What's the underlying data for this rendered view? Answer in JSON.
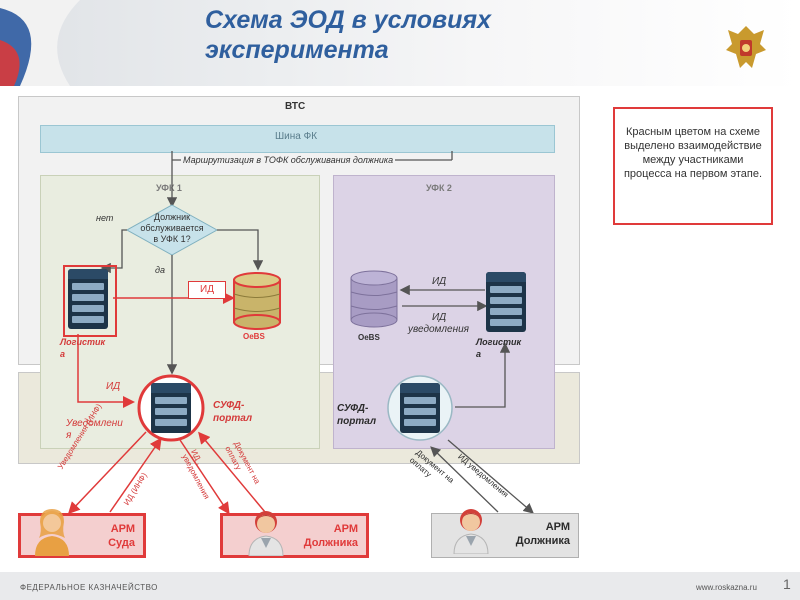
{
  "title_lines": [
    "Схема ЭОД в условиях",
    "эксперимента"
  ],
  "vts_label": "ВТС",
  "bus_label": "Шина ФК",
  "routing_label": "Маршрутизация в ТОФК обслуживания должника",
  "ufk1_label": "УФК 1",
  "ufk2_label": "УФК 2",
  "decision_text": [
    "Должник",
    "обслуживается",
    "в УФК 1?"
  ],
  "no_label": "нет",
  "yes_label": "да",
  "id_label": "ИД",
  "oebs_label": "OeBS",
  "logistics_label": [
    "Логистик",
    "а"
  ],
  "ufk2_id_label": "ИД",
  "ufk2_id_notice_label": [
    "ИД",
    "уведомления"
  ],
  "id_left_label": "ИД",
  "notices_label": [
    "Уведомлени",
    "я"
  ],
  "sufd_label": [
    "СУФД-",
    "портал"
  ],
  "edge_labels": {
    "notices_inf": "Уведомления (ИНФ)",
    "id_inf": "ИД (ИНФ)",
    "id_notices": [
      "ИД ,",
      "уведомления"
    ],
    "payment_doc_left": [
      "Документ на",
      "оплату"
    ],
    "payment_doc_right": [
      "Документ на",
      "оплату"
    ],
    "id_notices_right": "ИД уведомления"
  },
  "arm_court": [
    "АРМ",
    "Суда"
  ],
  "arm_debtor": [
    "АРМ",
    "Должника"
  ],
  "arm_debtor2": [
    "АРМ",
    "Должника"
  ],
  "note_text": "Красным цветом на схеме выделено взаимодействие между участниками процесса на первом этапе.",
  "footer_left": "ФЕДЕРАЛЬНОЕ КАЗНАЧЕЙСТВО",
  "footer_right": "www.roskazna.ru",
  "page_number": "1",
  "colors": {
    "red": "#e03a3a",
    "title_blue": "#2f5f9e",
    "server": "#1d3448",
    "db_olive": "#c9b46a",
    "db_lavender": "#a89cc4"
  }
}
